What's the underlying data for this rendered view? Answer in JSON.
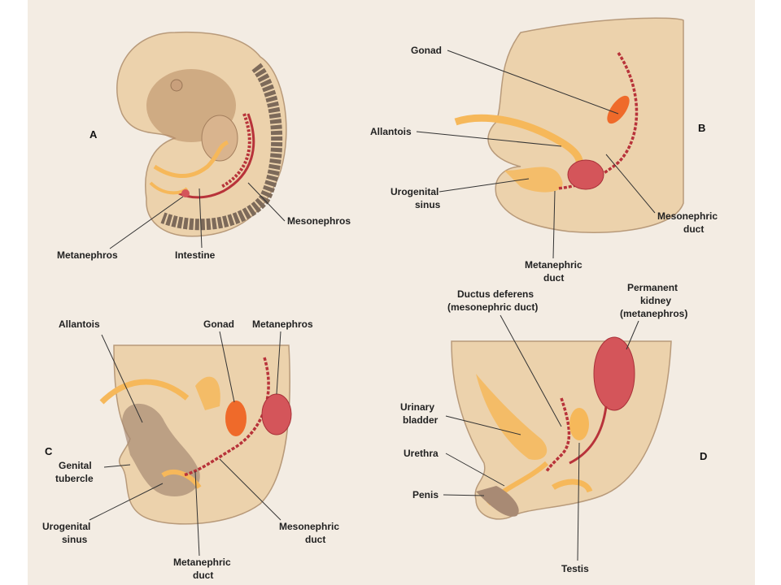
{
  "panels": {
    "a": {
      "letter": "A",
      "labels": {
        "mesonephros": "Mesonephros",
        "metanephros": "Metanephros",
        "intestine": "Intestine"
      }
    },
    "b": {
      "letter": "B",
      "labels": {
        "gonad": "Gonad",
        "allantois": "Allantois",
        "urogenital_sinus": [
          "Urogenital",
          "sinus"
        ],
        "mesonephric_duct": [
          "Mesonephric",
          "duct"
        ],
        "metanephric_duct": [
          "Metanephric",
          "duct"
        ]
      }
    },
    "c": {
      "letter": "C",
      "labels": {
        "allantois": "Allantois",
        "gonad": "Gonad",
        "metanephros": "Metanephros",
        "genital_tubercle": [
          "Genital",
          "tubercle"
        ],
        "urogenital_sinus": [
          "Urogenital",
          "sinus"
        ],
        "mesonephric_duct": [
          "Mesonephric",
          "duct"
        ],
        "metanephric_duct": [
          "Metanephric",
          "duct"
        ]
      }
    },
    "d": {
      "letter": "D",
      "labels": {
        "ductus_deferens": [
          "Ductus deferens",
          "(mesonephric duct)"
        ],
        "permanent_kidney": [
          "Permanent",
          "kidney",
          "(metanephros)"
        ],
        "urinary_bladder": [
          "Urinary",
          "bladder"
        ],
        "urethra": "Urethra",
        "penis": "Penis",
        "testis": "Testis"
      }
    }
  },
  "colors": {
    "page": "#f3ece3",
    "body_tan": "#ecd2ac",
    "shadow_brown": "#b88a62",
    "duct_red": "#b8333a",
    "gonad_orange": "#ef6a2a",
    "allantois_yellow": "#f6b85a"
  }
}
